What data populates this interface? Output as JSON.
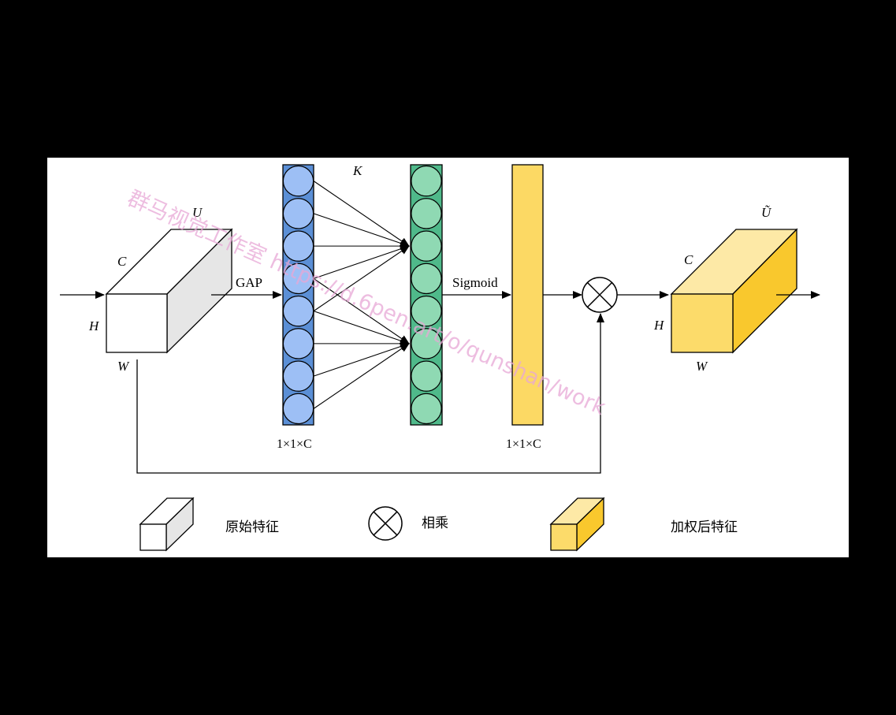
{
  "colors": {
    "background": "#000000",
    "panel": "#ffffff",
    "input_front": "#ffffff",
    "input_top": "#ffffff",
    "input_side": "#e6e6e6",
    "blue_bar": "#5b8fd6",
    "blue_node": "#9dbff5",
    "green_bar": "#4fb98a",
    "green_node": "#8fd9b3",
    "yellow_bar": "#fcd964",
    "out_front": "#fcdb6a",
    "out_top": "#fde9a6",
    "out_side": "#f9c82d",
    "stroke": "#000000",
    "watermark": "#e8a8d6"
  },
  "input_cube": {
    "label_top": "U",
    "label_c": "C",
    "label_h": "H",
    "label_w": "W"
  },
  "gap_label": "GAP",
  "k_label": "K",
  "dim_label_left": "1×1×C",
  "sigmoid_label": "Sigmoid",
  "dim_label_right": "1×1×C",
  "multiply_icon": "circle-times-icon",
  "output_cube": {
    "label_top": "Ũ",
    "label_c": "C",
    "label_h": "H",
    "label_w": "W"
  },
  "legend": {
    "original": "原始特征",
    "multiply": "相乘",
    "weighted": "加权后特征"
  },
  "watermark": "群马视觉工作室 https://d.6pen.art/o/qunshan/work",
  "layers": {
    "blue_nodes": 8,
    "green_nodes": 8
  }
}
